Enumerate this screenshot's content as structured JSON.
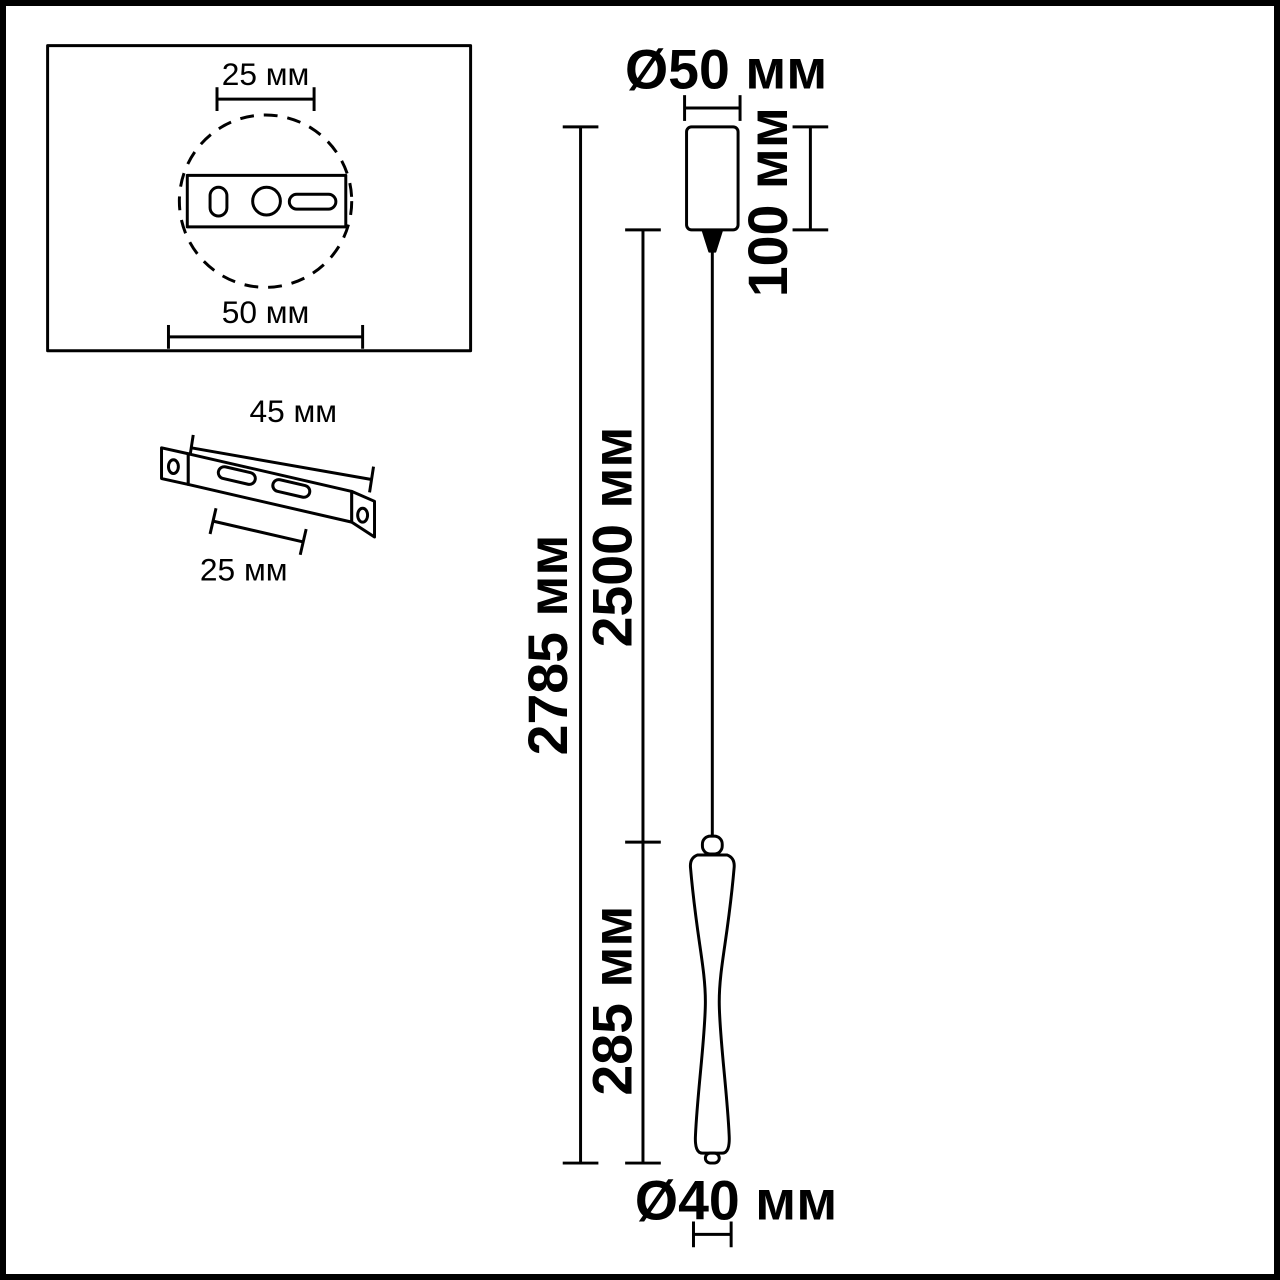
{
  "colors": {
    "ink": "#000000",
    "paper": "#ffffff"
  },
  "plate_detail": {
    "hole_spacing": "25 мм",
    "plate_width": "50 мм"
  },
  "bracket_detail": {
    "length": "45 мм",
    "slot_spacing": "25 мм"
  },
  "pendant": {
    "canopy_diameter": "Ø50 мм",
    "canopy_height": "100 мм",
    "overall_height": "2785 мм",
    "cord_length": "2500 мм",
    "body_height": "285 мм",
    "body_diameter": "Ø40 мм"
  }
}
